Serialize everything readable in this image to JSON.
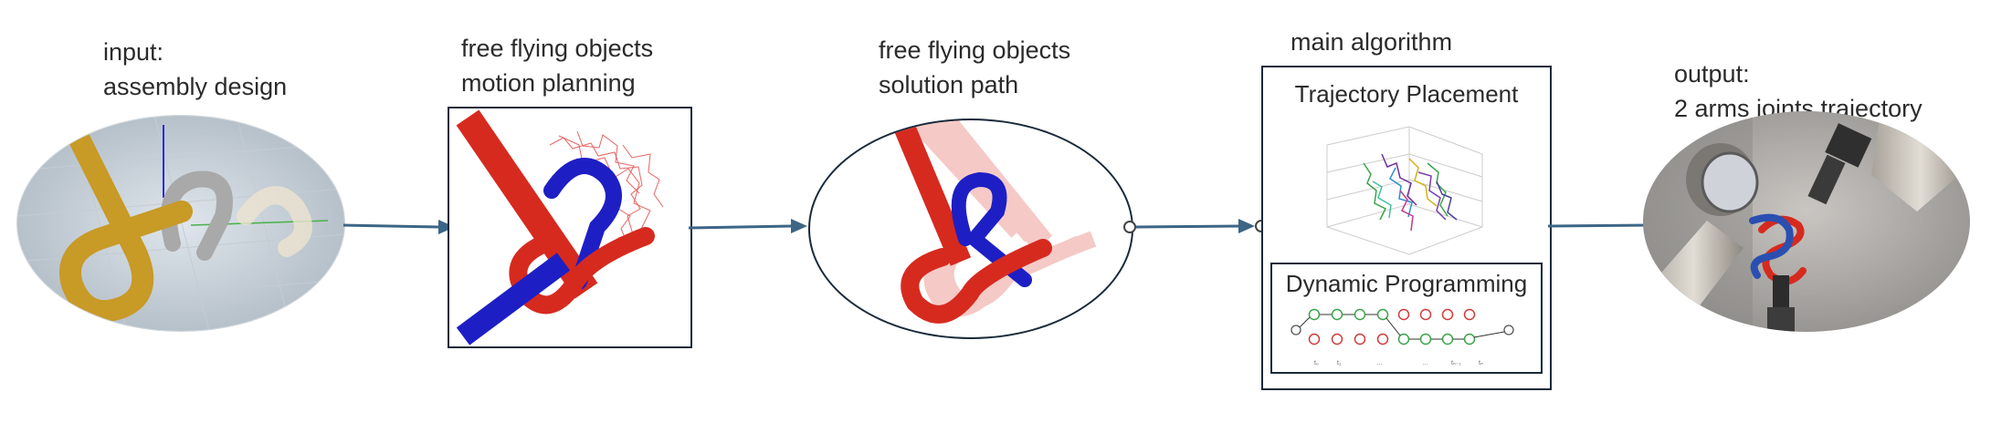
{
  "stages": [
    {
      "label_lines": [
        "input:",
        "assembly design"
      ]
    },
    {
      "label_lines": [
        "free flying objects",
        "motion planning"
      ]
    },
    {
      "label_lines": [
        "free flying objects",
        "solution path"
      ]
    },
    {
      "label_lines": [
        "main algorithm"
      ]
    },
    {
      "label_lines": [
        "output:",
        "2 arms joints trajectory"
      ]
    }
  ],
  "algorithm": {
    "trajectory_placement_title": "Trajectory Placement",
    "dynamic_programming_title": "Dynamic Programming"
  },
  "colors": {
    "arrow": "#3d6585",
    "box_border": "#1a2a3a",
    "red_object": "#d62a1f",
    "blue_object": "#1d1fc4",
    "gold_object": "#c89a26",
    "grey_object": "#b9b9b9",
    "dp_green": "#3aa44a",
    "dp_red": "#d23a3a"
  }
}
